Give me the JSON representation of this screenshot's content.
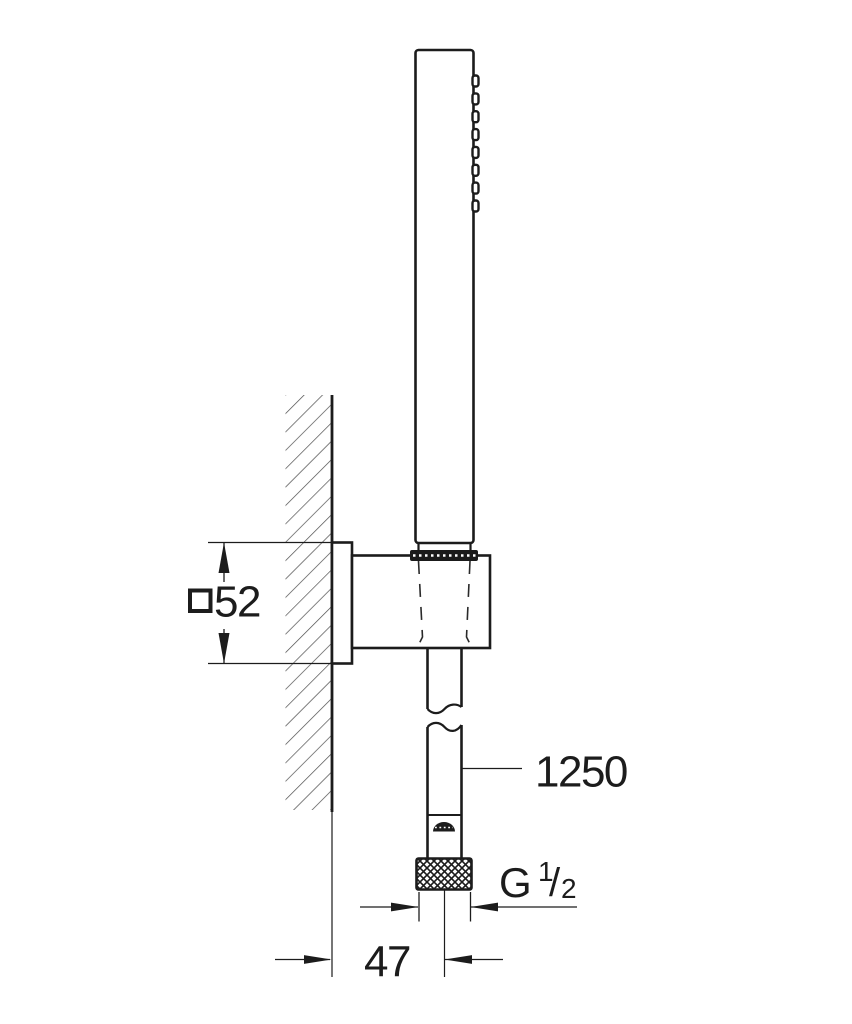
{
  "page": {
    "background": "#ffffff"
  },
  "drawing": {
    "line_color": "#1c1c1c",
    "hatch_color": "#4d4d4d",
    "labels": {
      "plate_dimension": {
        "symbol": "□",
        "value": "52"
      },
      "hose_length": {
        "value": "1250"
      },
      "thread_size": {
        "prefix": "G",
        "numerator": "1",
        "separator": "/",
        "denominator": "2"
      },
      "wall_offset": {
        "value": "47"
      }
    },
    "parts": [
      "wall-section-hatch",
      "hand-shower-wand",
      "spray-nozzles",
      "wall-plate",
      "wall-holder",
      "shower-hose",
      "hose-break-symbol",
      "hose-crimp",
      "coupling-nut"
    ]
  }
}
